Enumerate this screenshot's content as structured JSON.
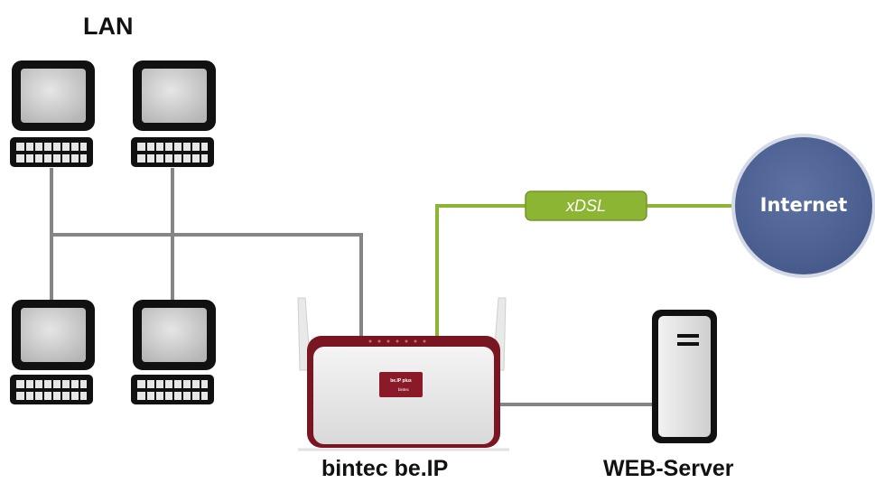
{
  "lan": {
    "label": "LAN"
  },
  "router": {
    "label": "bintec be.IP",
    "badge_text": "be.IP plus",
    "badge_sub": "bintec"
  },
  "xdsl": {
    "label": "xDSL"
  },
  "internet": {
    "label": "Internet"
  },
  "server": {
    "label": "WEB-Server"
  },
  "colors": {
    "lan_cable": "#858585",
    "xdsl_cable": "#8db534",
    "internet_cloud": "#4f6494",
    "router_body": "#7a1522",
    "monitor_frame": "#111111",
    "monitor_screen": "#c8c8c8"
  }
}
